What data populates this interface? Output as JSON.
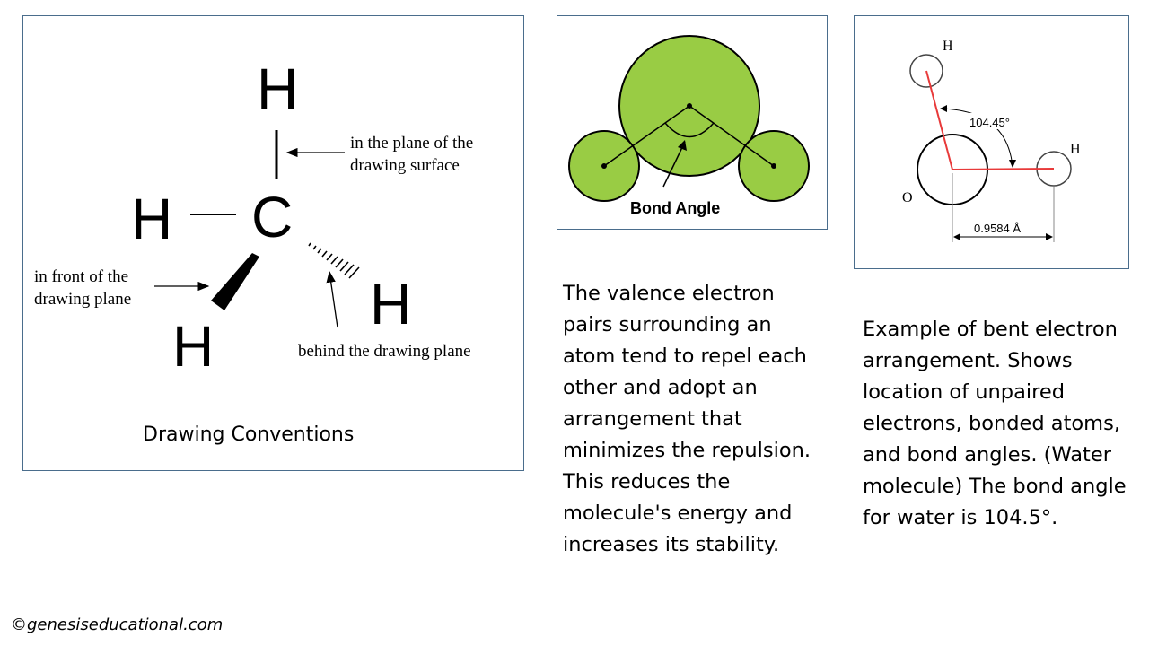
{
  "conventions": {
    "atom_top": "H",
    "atom_left": "H",
    "atom_center": "C",
    "atom_bottom_left": "H",
    "atom_bottom_right": "H",
    "label_plane_line1": "in the plane of the",
    "label_plane_line2": "drawing surface",
    "label_front_line1": "in front of the",
    "label_front_line2": "drawing plane",
    "label_behind": "behind the drawing plane",
    "title": "Drawing Conventions"
  },
  "bond_angle": {
    "label": "Bond Angle",
    "colors": {
      "atom_fill": "#99cc44",
      "outline": "#000000"
    }
  },
  "water": {
    "atom_h_top": "H",
    "atom_h_right": "H",
    "atom_o": "O",
    "angle_label": "104.45°",
    "length_label": "0.9584 Å",
    "colors": {
      "bond": "#e83a3a",
      "outline": "#222222"
    }
  },
  "descriptions": {
    "repulsion": "The valence electron pairs surrounding an atom tend to repel each other and adopt an arrangement that minimizes the repulsion. This reduces the molecule's energy and increases its stability.",
    "water_example": "Example of bent electron arrangement. Shows location of unpaired electrons, bonded atoms, and bond angles. (Water molecule) The bond angle for water is 104.5°."
  },
  "footer": {
    "copyright": "©genesiseducational.com"
  }
}
